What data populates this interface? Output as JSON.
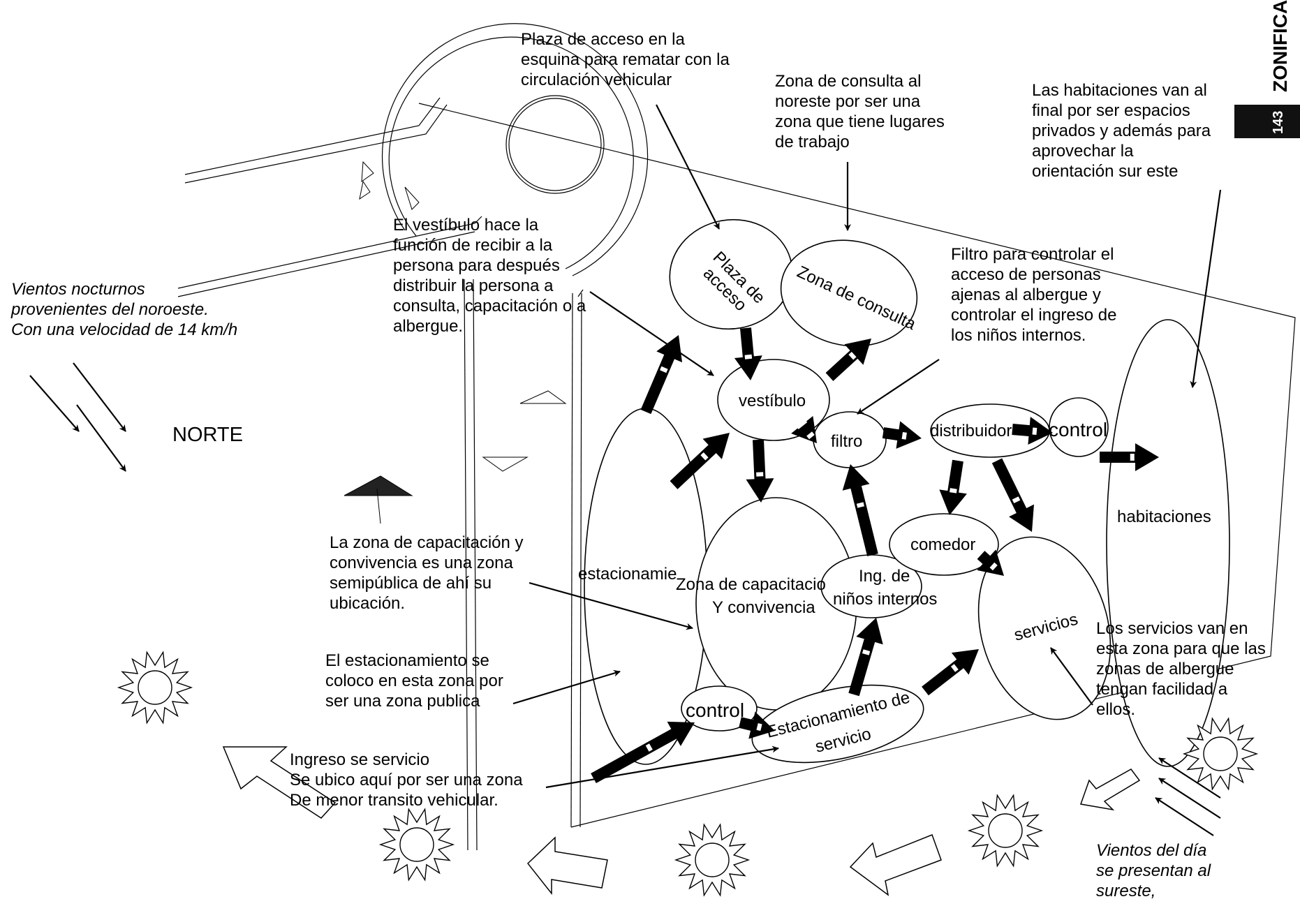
{
  "header": {
    "title": "ZONIFICA",
    "page_number": "143"
  },
  "compass": {
    "label": "NORTE"
  },
  "zones": {
    "plaza_acceso": [
      "Plaza de",
      "acceso"
    ],
    "zona_consulta": "Zona de consulta",
    "vestibulo": "vestíbulo",
    "filtro": "filtro",
    "distribuidor": "distribuidor",
    "control_top": "control",
    "habitaciones": "habitaciones",
    "estacionamiento": "estacionamie",
    "capacitacion": [
      "Zona de capacitacio",
      "Y convivencia"
    ],
    "ing_ninos": [
      "Ing. de",
      "niños internos"
    ],
    "comedor": "comedor",
    "servicios": "servicios",
    "control_bottom": "control",
    "estacionamiento_servicio": [
      "Estacionamiento de",
      "servicio"
    ]
  },
  "notes": {
    "plaza": "Plaza de acceso en la\nesquina para rematar con la\ncirculación vehicular",
    "consulta": "Zona de consulta al\nnoreste por ser una\nzona que tiene lugares\nde trabajo",
    "habitaciones": "Las habitaciones van al\nfinal por ser espacios\nprivados y además para\naprovechar la\norientación sur este",
    "vestibulo": "El vestíbulo hace la\nfunción de recibir a la\npersona para después\ndistribuir la  persona a\nconsulta, capacitación o a\nalbergue.",
    "filtro": "Filtro para controlar el\nacceso de personas\najenas al albergue y\ncontrolar el ingreso de\nlos niños internos.",
    "vientos_noche": "Vientos nocturnos\nprovenientes del noroeste.\nCon una velocidad de 14 km/h",
    "capacitacion": "La zona de capacitación y\nconvivencia es una zona\nsemipública de ahí su\nubicación.",
    "estacionamiento": "El estacionamiento se\ncoloco en esta zona por\nser una zona publica",
    "ingreso_servicio": "Ingreso se servicio\nSe ubico aquí por ser una zona\nDe menor transito vehicular.",
    "servicios": "Los servicios van en\nesta zona para que las\nzonas de albergue\ntengan facilidad a\nellos.",
    "vientos_dia": "Vientos del día\nse presentan al\nsureste,"
  }
}
